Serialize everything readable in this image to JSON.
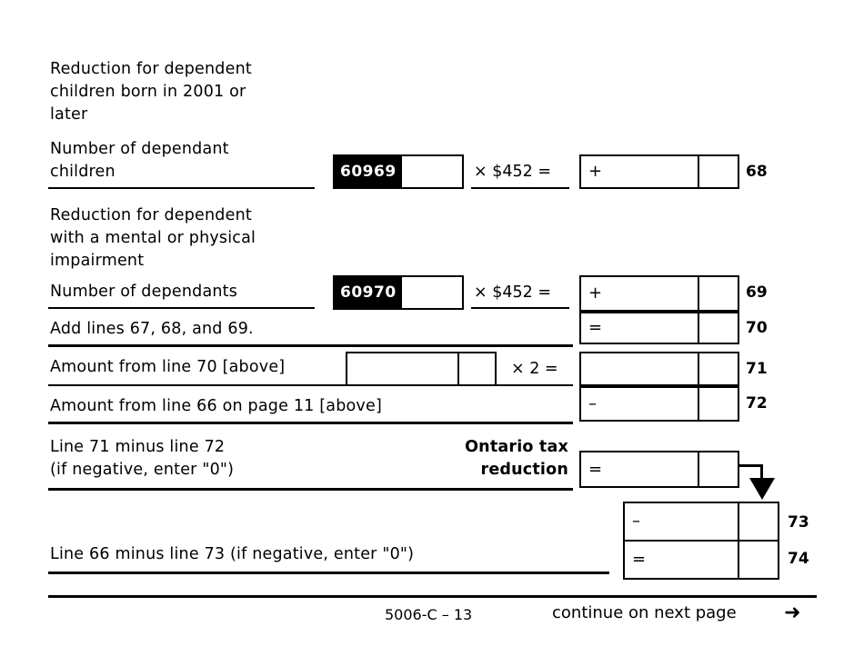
{
  "form": {
    "sections": [
      {
        "id": "dependent-children",
        "heading": "Reduction for dependent\nchildren born in 2001 or\nlater",
        "field_label": "Number of dependant\nchildren",
        "field_code": "60969",
        "multiplier": "× $452 =",
        "amount_sign": "+",
        "line_number": "68"
      },
      {
        "id": "dependent-impairment",
        "heading": "Reduction for dependent\nwith a mental or physical\nimpairment",
        "field_label": "Number of dependants",
        "field_code": "60970",
        "multiplier": "× $452 =",
        "amount_sign": "+",
        "line_number": "69"
      }
    ],
    "rows": [
      {
        "id": "add-lines",
        "label": "Add lines 67, 68, and 69.",
        "amount_sign": "=",
        "line_number": "70"
      },
      {
        "id": "amount-line-70",
        "label": "Amount from line 70 [above]",
        "multiplier": "× 2 =",
        "amount_sign": "",
        "line_number": "71"
      },
      {
        "id": "amount-line-66",
        "label": "Amount from line 66 on page 11 [above]",
        "amount_sign": "–",
        "line_number": "72"
      },
      {
        "id": "ontario-tax-reduction",
        "label": "Line 71 minus line 72\n(if negative, enter \"0\")",
        "callout": "Ontario tax\nreduction",
        "amount_sign": "="
      },
      {
        "id": "subtract-73",
        "label": "",
        "amount_sign": "–",
        "line_number": "73"
      },
      {
        "id": "line-66-minus-73",
        "label": "Line 66 minus line 73 (if negative, enter \"0\")",
        "amount_sign": "=",
        "line_number": "74"
      }
    ]
  },
  "footer": {
    "form_code": "5006-C – 13",
    "continue_text": "continue on next page",
    "arrow_glyph": "➜"
  },
  "colors": {
    "ink": "#000000",
    "paper": "#ffffff",
    "code_tag_bg": "#000000",
    "code_tag_fg": "#ffffff"
  }
}
